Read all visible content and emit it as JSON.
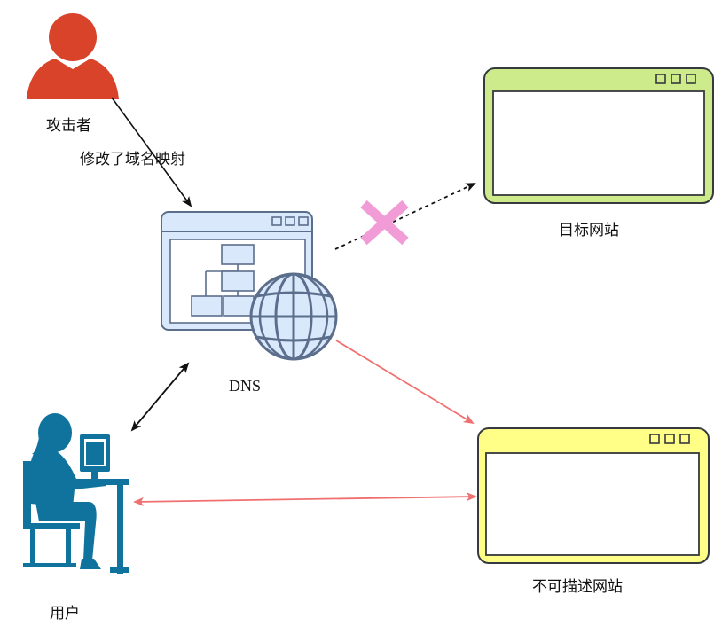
{
  "labels": {
    "attacker": "攻击者",
    "action": "修改了域名映射",
    "dns": "DNS",
    "target_site": "目标网站",
    "fake_site": "不可描述网站",
    "user": "用户"
  },
  "colors": {
    "attacker": "#d9432a",
    "dns_fill": "#dae8fc",
    "dns_stroke": "#5b6e8c",
    "target_fill": "#cdeb8b",
    "fake_fill": "#ffff88",
    "user": "#10739e",
    "red_arrow": "#f07070",
    "cross": "#f19cd6"
  },
  "icons": {
    "attacker": "person-icon",
    "dns": "dns-server-globe-icon",
    "target": "browser-window-icon",
    "fake": "browser-window-icon",
    "user": "computer-user-icon",
    "blocked": "cross-mark-icon"
  }
}
